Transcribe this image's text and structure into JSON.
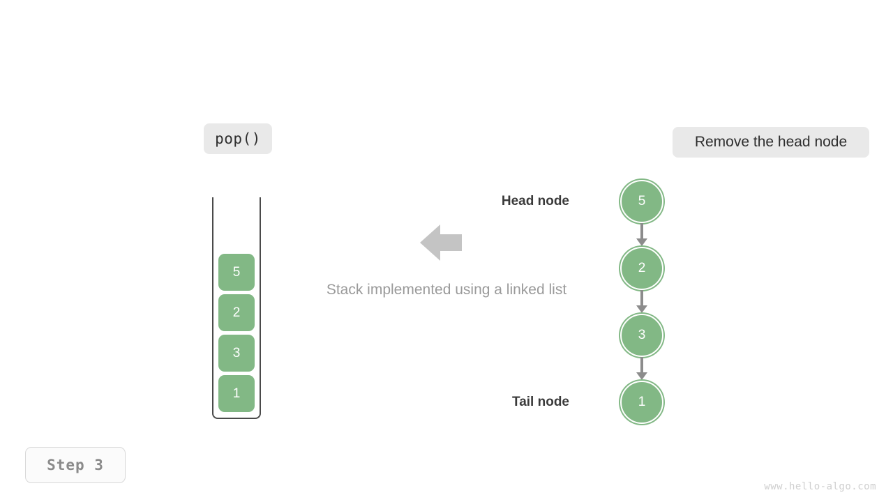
{
  "operation": {
    "label": "pop()"
  },
  "description": {
    "label": "Remove the head node"
  },
  "caption": {
    "text": "Stack implemented using a linked list"
  },
  "stack": {
    "title": "stack-container",
    "cells": [
      {
        "value": "5"
      },
      {
        "value": "2"
      },
      {
        "value": "3"
      },
      {
        "value": "1"
      }
    ]
  },
  "linked_list": {
    "head_label": "Head node",
    "tail_label": "Tail node",
    "nodes": [
      {
        "value": "5"
      },
      {
        "value": "2"
      },
      {
        "value": "3"
      },
      {
        "value": "1"
      }
    ]
  },
  "arrow": {
    "name": "left-arrow-icon",
    "direction": "left"
  },
  "step": {
    "label": "Step 3"
  },
  "watermark": {
    "text": "www.hello-algo.com"
  },
  "colors": {
    "node_green": "#82b885",
    "chip_gray": "#e9e9e9",
    "arrow_gray": "#c4c4c4",
    "link_gray": "#8c8c8c",
    "caption_gray": "#9a9a9a",
    "tube_outline": "#4a4a4a"
  }
}
